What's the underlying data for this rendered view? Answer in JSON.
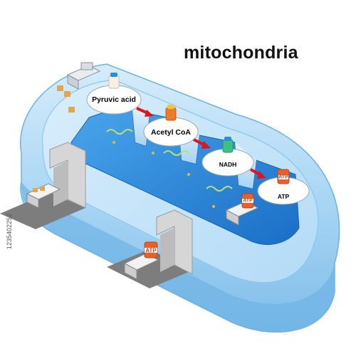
{
  "diagram": {
    "title": "mitochondria",
    "stages": [
      {
        "label": "Pyruvic acid",
        "bottle_color": "#f5f1e6",
        "cap_color": "#2a8fd6"
      },
      {
        "label": "Acetyl CoA",
        "bottle_color": "#ee7a2a",
        "cap_color": "#f2c83a"
      },
      {
        "label": "NADH",
        "bottle_color": "#3fbf86",
        "cap_color": "#2a8fd6"
      },
      {
        "label": "ATP",
        "bottle_color": "#e8612c",
        "cap_color": "#f2c83a"
      }
    ],
    "canister_label": "ATP",
    "colors": {
      "membrane_outer": "#8ec8ef",
      "membrane_inner": "#c7e4f8",
      "matrix": "#1f86dc",
      "arrow": "#e0141e",
      "dock": "#7d7d7d"
    }
  },
  "watermark": "1235402252"
}
